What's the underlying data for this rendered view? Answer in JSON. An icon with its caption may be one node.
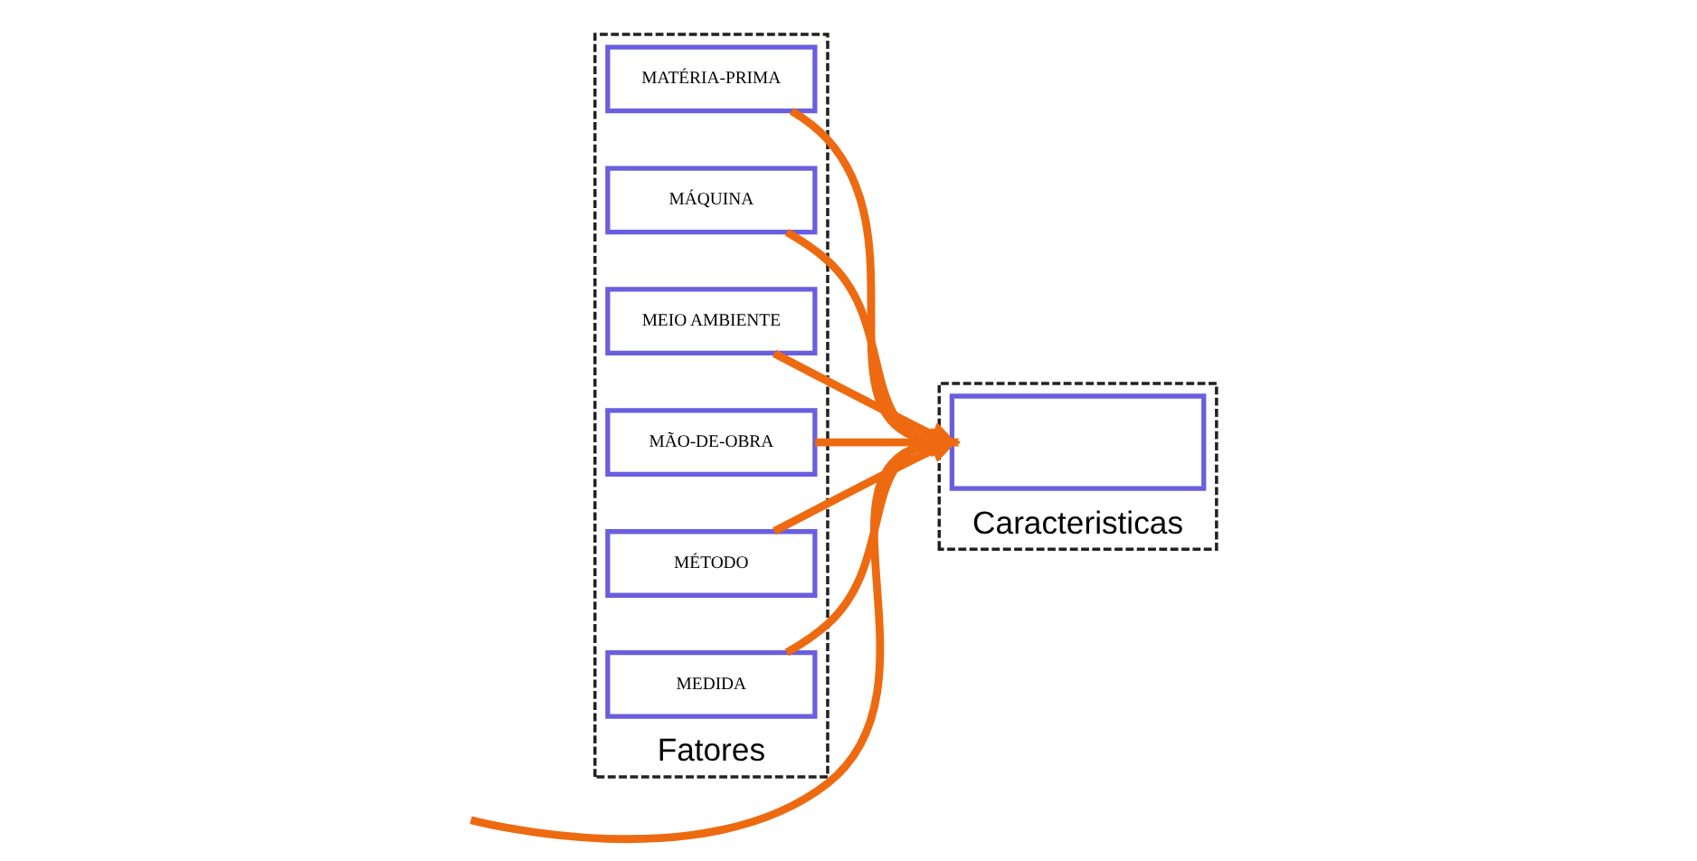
{
  "diagram": {
    "nodes": [
      {
        "text": [
          "Fatores"
        ]
      },
      {
        "text": [
          "MATÉRIA-PRIMA"
        ],
        "in": 0
      },
      {
        "text": [
          "MÁQUINA"
        ],
        "in": 0
      },
      {
        "text": [
          "MEIO AMBIENTE"
        ],
        "in": 0
      },
      {
        "text": [
          "MÃO-DE-OBRA"
        ],
        "in": 0
      },
      {
        "text": [
          "MÉTODO"
        ],
        "in": 0
      },
      {
        "text": [
          "MEDIDA"
        ],
        "in": 0
      },
      {
        "text": [
          "Caracteristicas"
        ]
      },
      {
        "text": [],
        "shape": "box",
        "in": 7
      }
    ],
    "edges": [
      {
        "from": null,
        "to": 8,
        "arrow": "to"
      },
      {
        "from": 1,
        "to": 8,
        "arrow": "to"
      },
      {
        "from": 2,
        "to": 8,
        "arrow": "to"
      },
      {
        "from": 3,
        "to": 8,
        "arrow": "to"
      },
      {
        "from": 4,
        "to": 8,
        "arrow": "to"
      },
      {
        "from": 5,
        "to": 8,
        "arrow": "to"
      },
      {
        "from": 6,
        "to": 8,
        "arrow": "to"
      }
    ]
  }
}
